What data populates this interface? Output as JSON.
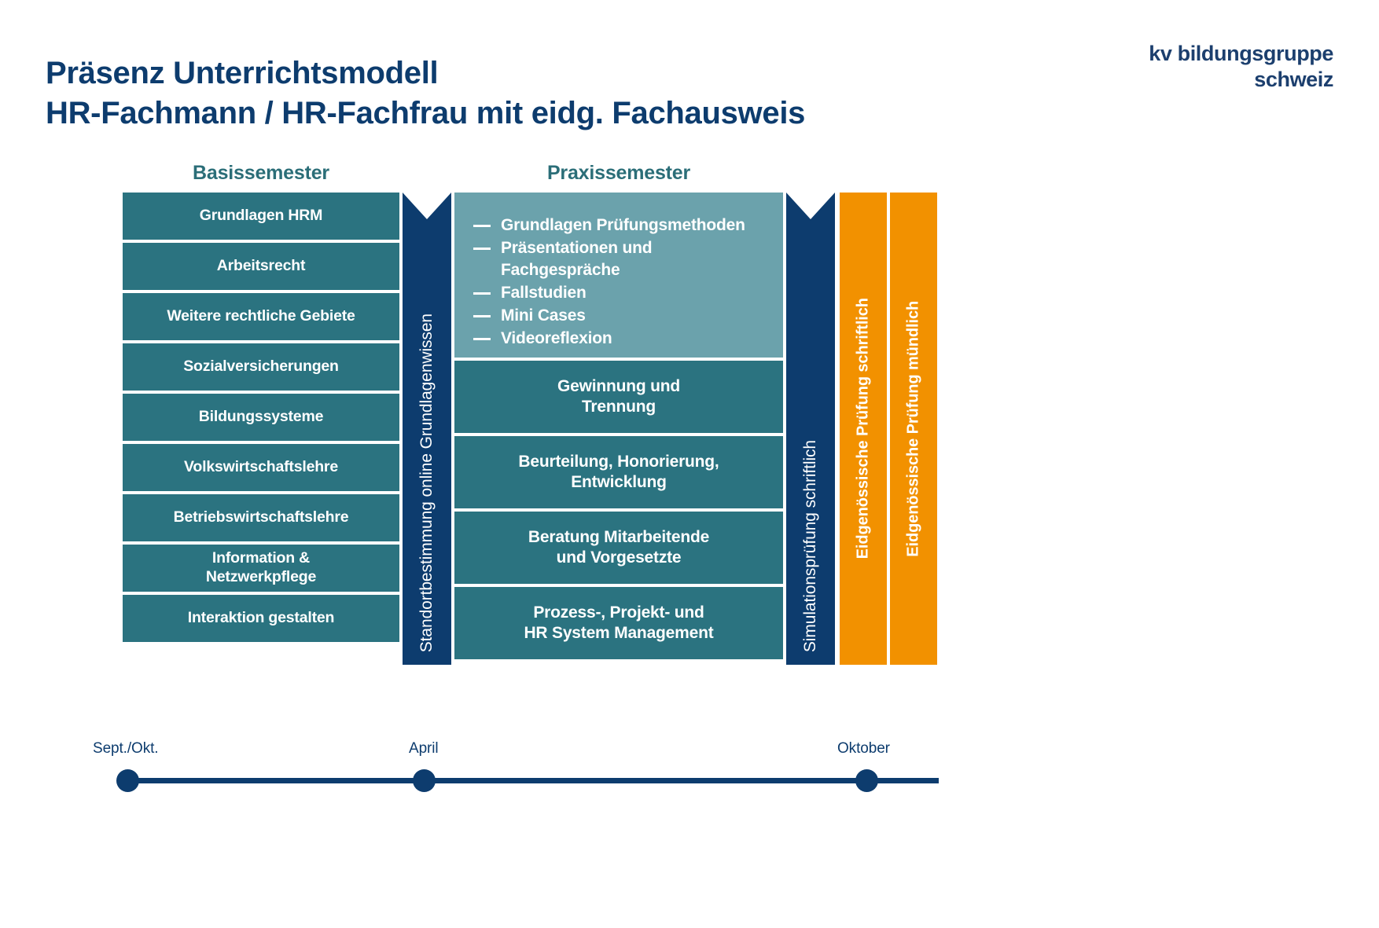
{
  "header": {
    "title": "Präsenz Unterrichtsmodell\nHR-Fachmann / HR-Fachfrau mit eidg. Fachausweis",
    "logo_line1": "kv bildungsgruppe",
    "logo_line2": "schweiz"
  },
  "columns": {
    "basis": {
      "header": "Basissemester",
      "modules": [
        "Grundlagen HRM",
        "Arbeitsrecht",
        "Weitere rechtliche Gebiete",
        "Sozialversicherungen",
        "Bildungssysteme",
        "Volkswirtschaftslehre",
        "Betriebswirtschaftslehre",
        "Information &\nNetzwerkpflege",
        "Interaktion gestalten"
      ]
    },
    "milestone1": {
      "label": "Standortbestimmung online Grundlagenwissen"
    },
    "praxis": {
      "header": "Praxissemester",
      "bullets": [
        "Grundlagen Prüfungsmethoden",
        "Präsentationen und\nFachgespräche",
        "Fallstudien",
        "Mini Cases",
        "Videoreflexion"
      ],
      "modules": [
        "Gewinnung und\nTrennung",
        "Beurteilung, Honorierung,\nEntwicklung",
        "Beratung Mitarbeitende\nund Vorgesetzte",
        "Prozess-, Projekt- und\nHR System Management"
      ]
    },
    "milestone2": {
      "label": "Simulationsprüfung schriftlich"
    },
    "exams": [
      {
        "label": "Eidgenössische Prüfung schriftlich"
      },
      {
        "label": "Eidgenössische Prüfung mündlich"
      }
    ]
  },
  "timeline": {
    "points": [
      {
        "label": "Sept./Okt."
      },
      {
        "label": "April"
      },
      {
        "label": "Oktober"
      }
    ]
  },
  "colors": {
    "navy": "#0d3c6e",
    "teal": "#2b7380",
    "teal_header": "#2b6e78",
    "light_teal": "#6ba2ac",
    "orange": "#f29100",
    "white": "#ffffff"
  }
}
